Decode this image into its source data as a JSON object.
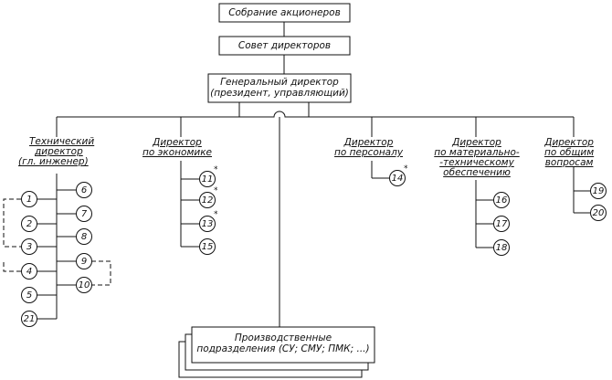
{
  "top": {
    "shareholders": "Собрание акционеров",
    "board": "Совет директоров",
    "ceo_line1": "Генеральный директор",
    "ceo_line2": "(президент, управляющий)"
  },
  "directors": {
    "technical": [
      "Технический",
      "директор",
      "(гл. инженер)"
    ],
    "economics": [
      "Директор",
      "по экономике"
    ],
    "personnel": [
      "Директор",
      "по персоналу"
    ],
    "supply": [
      "Директор",
      "по материально-",
      "-техническому",
      "обеспечению"
    ],
    "general": [
      "Директор",
      "по общим",
      "вопросам"
    ]
  },
  "units": {
    "line1": "Производственные",
    "line2": "подразделения (СУ; СМУ; ПМК; ...)"
  },
  "nodes": {
    "technical_left": [
      "1",
      "2",
      "3",
      "4",
      "5",
      "21"
    ],
    "technical_right": [
      "6",
      "7",
      "8",
      "9",
      "10"
    ],
    "economics": [
      "11",
      "12",
      "13",
      "15"
    ],
    "personnel": [
      "14"
    ],
    "supply": [
      "16",
      "17",
      "18"
    ],
    "general": [
      "19",
      "20"
    ]
  },
  "asterisk": "*"
}
